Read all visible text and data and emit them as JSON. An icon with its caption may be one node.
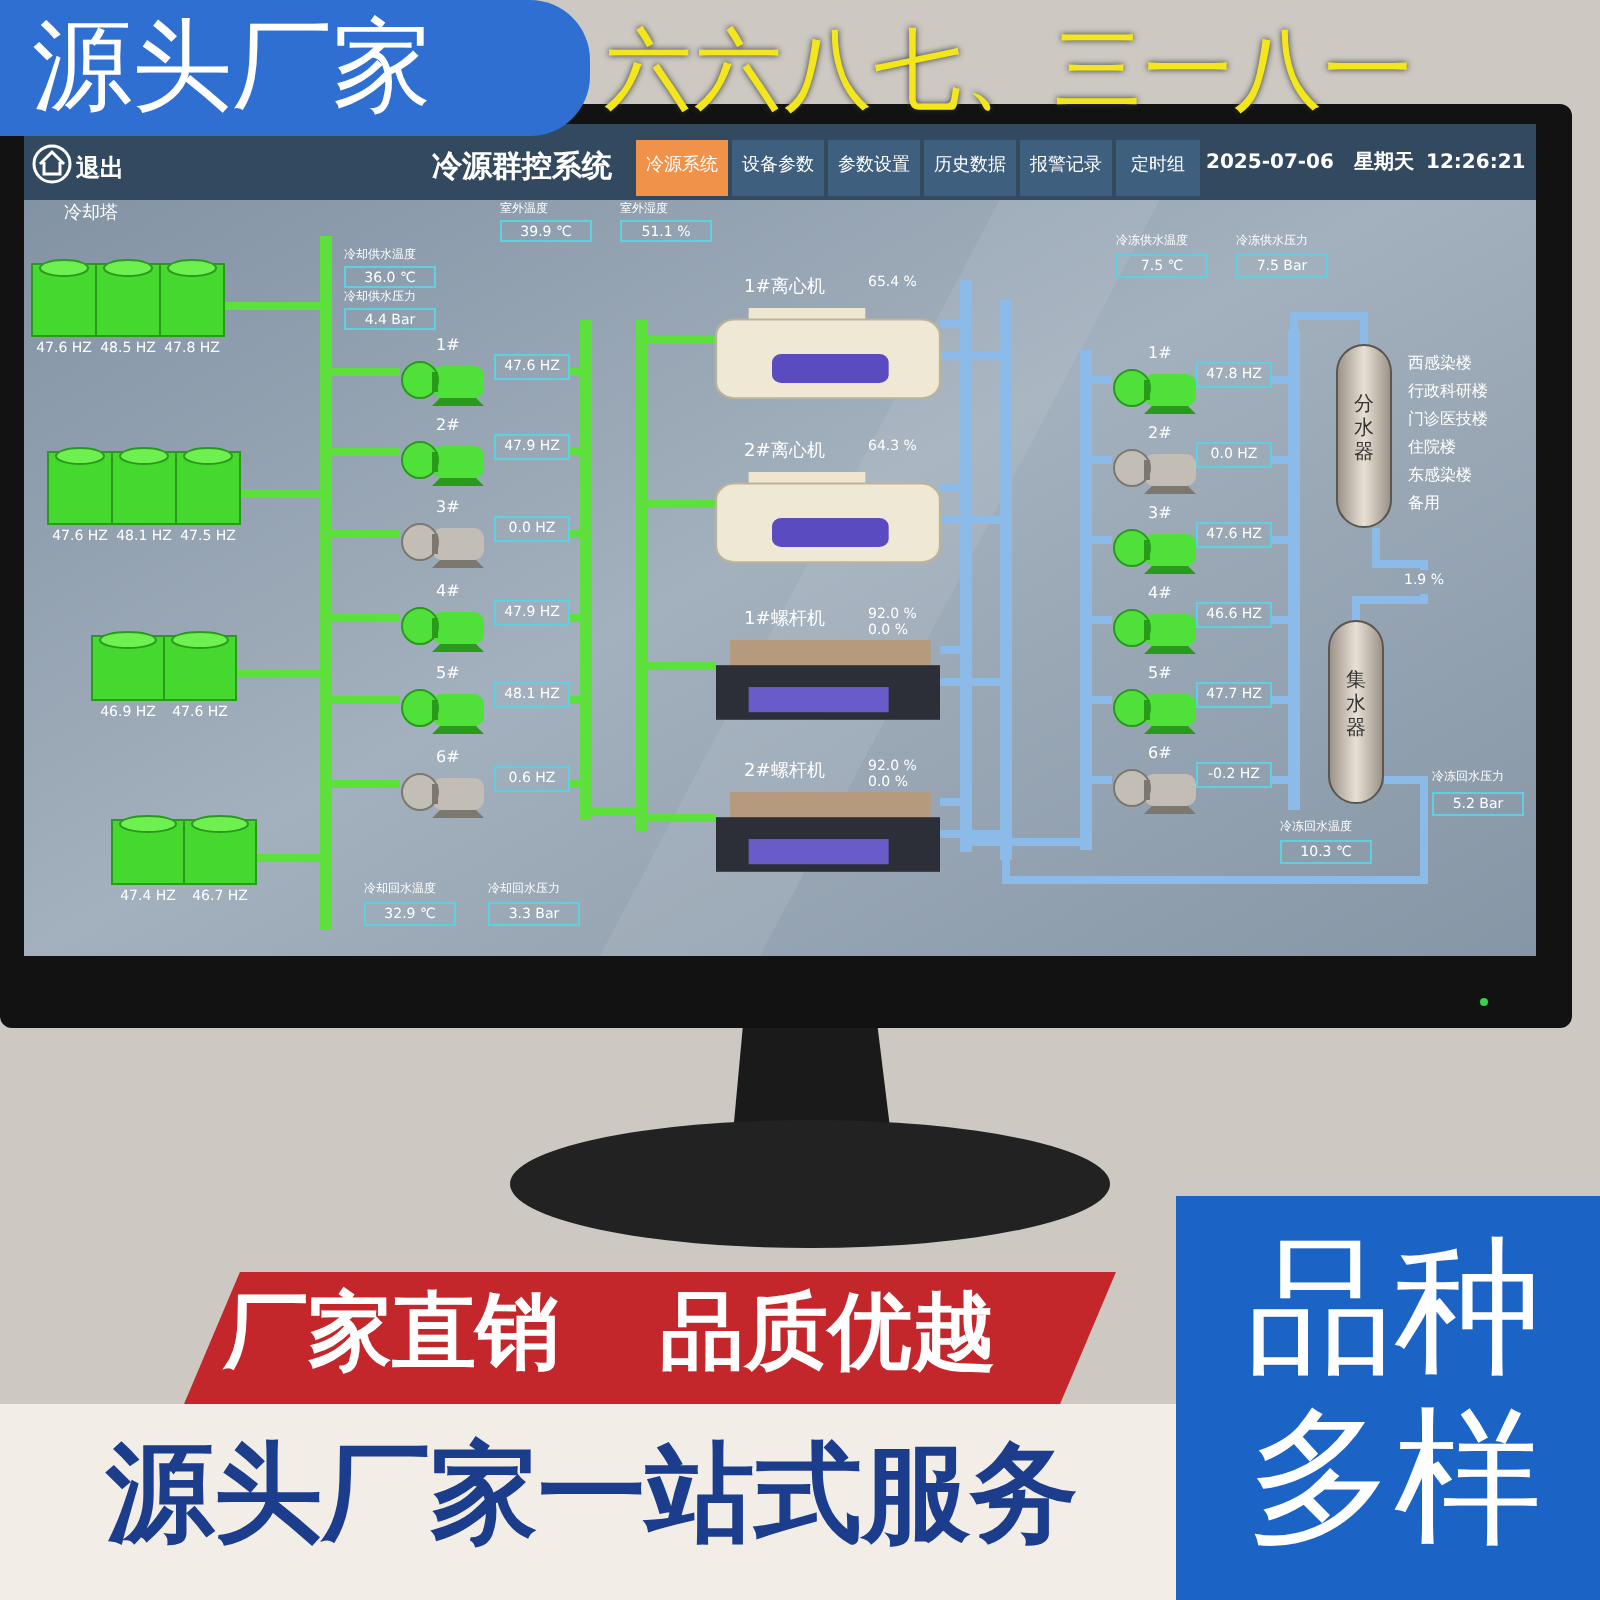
{
  "diagram": {
    "nodes": [
      {
        "text": [
          "47.6 HZ",
          "48.5 HZ",
          "47.8 HZ"
        ]
      },
      {
        "text": [
          "47.6 HZ",
          "48.1 HZ",
          "47.5 HZ"
        ]
      },
      {
        "text": [
          "46.9 HZ",
          "47.6 HZ"
        ]
      },
      {
        "text": [
          "47.4 HZ",
          "46.7 HZ"
        ]
      },
      {
        "text": [],
        "shape": "bar"
      },
      {
        "text": [
          "1#",
          "47.6 HZ"
        ]
      },
      {
        "text": [
          "2#",
          "47.9 HZ"
        ]
      },
      {
        "text": [
          "3#",
          "0.0 HZ"
        ]
      },
      {
        "text": [
          "4#",
          "47.9 HZ"
        ]
      },
      {
        "text": [
          "5#",
          "48.1 HZ"
        ]
      },
      {
        "text": [
          "6#",
          "0.6 HZ"
        ]
      },
      {
        "text": [],
        "shape": "bar"
      },
      {
        "text": [],
        "shape": "bar"
      },
      {
        "text": [
          "1#离心机",
          "65.4 %"
        ]
      },
      {
        "text": [
          "2#离心机",
          "64.3 %"
        ]
      },
      {
        "text": [
          "1#螺杆机",
          "92.0 %",
          "0.0 %"
        ]
      },
      {
        "text": [
          "2#螺杆机",
          "92.0 %",
          "0.0 %"
        ]
      },
      {
        "text": [],
        "shape": "bar"
      },
      {
        "text": [],
        "shape": "bar"
      },
      {
        "text": [],
        "shape": "bar"
      },
      {
        "text": [
          "1#",
          "47.8 HZ"
        ]
      },
      {
        "text": [
          "2#",
          "0.0 HZ"
        ]
      },
      {
        "text": [
          "3#",
          "47.6 HZ"
        ]
      },
      {
        "text": [
          "4#",
          "46.6 HZ"
        ]
      },
      {
        "text": [
          "5#",
          "47.7 HZ"
        ]
      },
      {
        "text": [
          "6#",
          "-0.2 HZ"
        ]
      },
      {
        "text": [],
        "shape": "bar"
      },
      {
        "text": [
          "分水器"
        ],
        "beside": [
          "西感染楼",
          "行政科研楼",
          "门诊医技楼",
          "住院楼",
          "东感染楼",
          "备用"
        ]
      },
      {
        "text": [
          "集水器"
        ]
      }
    ],
    "edges": [
      {
        "from": 0,
        "to": 4,
        "arrow": "none",
        "color": "#5ee03c"
      },
      {
        "from": 1,
        "to": 4,
        "arrow": "none",
        "color": "#5ee03c"
      },
      {
        "from": 2,
        "to": 4,
        "arrow": "none",
        "color": "#5ee03c"
      },
      {
        "from": 3,
        "to": 4,
        "arrow": "none",
        "color": "#5ee03c"
      },
      {
        "from": 4,
        "to": 5,
        "arrow": "none",
        "color": "#5ee03c"
      },
      {
        "from": 4,
        "to": 6,
        "arrow": "none",
        "color": "#5ee03c"
      },
      {
        "from": 4,
        "to": 7,
        "arrow": "none",
        "color": "#5ee03c"
      },
      {
        "from": 4,
        "to": 8,
        "arrow": "none",
        "color": "#5ee03c"
      },
      {
        "from": 4,
        "to": 9,
        "arrow": "none",
        "color": "#5ee03c"
      },
      {
        "from": 4,
        "to": 10,
        "arrow": "none",
        "color": "#5ee03c"
      },
      {
        "from": 5,
        "to": 11,
        "arrow": "none",
        "color": "#5ee03c"
      },
      {
        "from": 6,
        "to": 11,
        "arrow": "none",
        "color": "#5ee03c"
      },
      {
        "from": 7,
        "to": 11,
        "arrow": "none",
        "color": "#5ee03c"
      },
      {
        "from": 8,
        "to": 11,
        "arrow": "none",
        "color": "#5ee03c"
      },
      {
        "from": 9,
        "to": 11,
        "arrow": "none",
        "color": "#5ee03c"
      },
      {
        "from": 10,
        "to": 11,
        "arrow": "none",
        "color": "#5ee03c"
      },
      {
        "from": 11,
        "to": 12,
        "arrow": "none",
        "color": "#5ee03c"
      },
      {
        "from": 12,
        "to": 13,
        "arrow": "none",
        "color": "#5ee03c"
      },
      {
        "from": 12,
        "to": 14,
        "arrow": "none",
        "color": "#5ee03c"
      },
      {
        "from": 12,
        "to": 15,
        "arrow": "none",
        "color": "#5ee03c"
      },
      {
        "from": 12,
        "to": 16,
        "arrow": "none",
        "color": "#5ee03c"
      },
      {
        "from": 13,
        "to": 17,
        "arrow": "none"
      },
      {
        "from": 14,
        "to": 17,
        "arrow": "none"
      },
      {
        "from": 15,
        "to": 17,
        "arrow": "none"
      },
      {
        "from": 16,
        "to": 17,
        "arrow": "none"
      },
      {
        "from": 17,
        "to": 19,
        "arrow": "none"
      },
      {
        "from": 19,
        "to": 20,
        "arrow": "none"
      },
      {
        "from": 19,
        "to": 21,
        "arrow": "none"
      },
      {
        "from": 19,
        "to": 22,
        "arrow": "none"
      },
      {
        "from": 19,
        "to": 23,
        "arrow": "none"
      },
      {
        "from": 19,
        "to": 24,
        "arrow": "none"
      },
      {
        "from": 19,
        "to": 25,
        "arrow": "none"
      },
      {
        "from": 20,
        "to": 26,
        "arrow": "none"
      },
      {
        "from": 21,
        "to": 26,
        "arrow": "none"
      },
      {
        "from": 22,
        "to": 26,
        "arrow": "none"
      },
      {
        "from": 23,
        "to": 26,
        "arrow": "none"
      },
      {
        "from": 24,
        "to": 26,
        "arrow": "none"
      },
      {
        "from": 25,
        "to": 26,
        "arrow": "none"
      },
      {
        "from": 26,
        "to": 27,
        "arrow": "none"
      },
      {
        "from": 27,
        "to": 28,
        "arrow": "none",
        "label": "1.9 %"
      },
      {
        "from": 28,
        "to": 18,
        "arrow": "none"
      },
      {
        "from": 18,
        "to": 13,
        "arrow": "none"
      },
      {
        "from": 18,
        "to": 14,
        "arrow": "none"
      },
      {
        "from": 18,
        "to": 15,
        "arrow": "none"
      },
      {
        "from": 18,
        "to": 16,
        "arrow": "none"
      }
    ],
    "labels": [
      "源头厂家",
      "六六八七、三一八一",
      "退出",
      "冷源群控系统",
      "冷源系统",
      "设备参数",
      "参数设置",
      "历史数据",
      "报警记录",
      "定时组",
      "2025-07-06",
      "星期天",
      "12:26:21",
      "冷却塔",
      "室外温度",
      "39.9 ℃",
      "室外湿度",
      "51.1 %",
      "冷却供水温度",
      "36.0 ℃",
      "冷却供水压力",
      "4.4 Bar",
      "冷冻供水温度",
      "7.5 ℃",
      "冷冻供水压力",
      "7.5 Bar",
      "冷却回水温度",
      "32.9 ℃",
      "冷却回水压力",
      "3.3 Bar",
      "冷冻回水压力",
      "5.2 Bar",
      "冷冻回水温度",
      "10.3 ℃",
      "厂家直销",
      "品质优越",
      "源头厂家一站式服务",
      "品种多样"
    ]
  }
}
